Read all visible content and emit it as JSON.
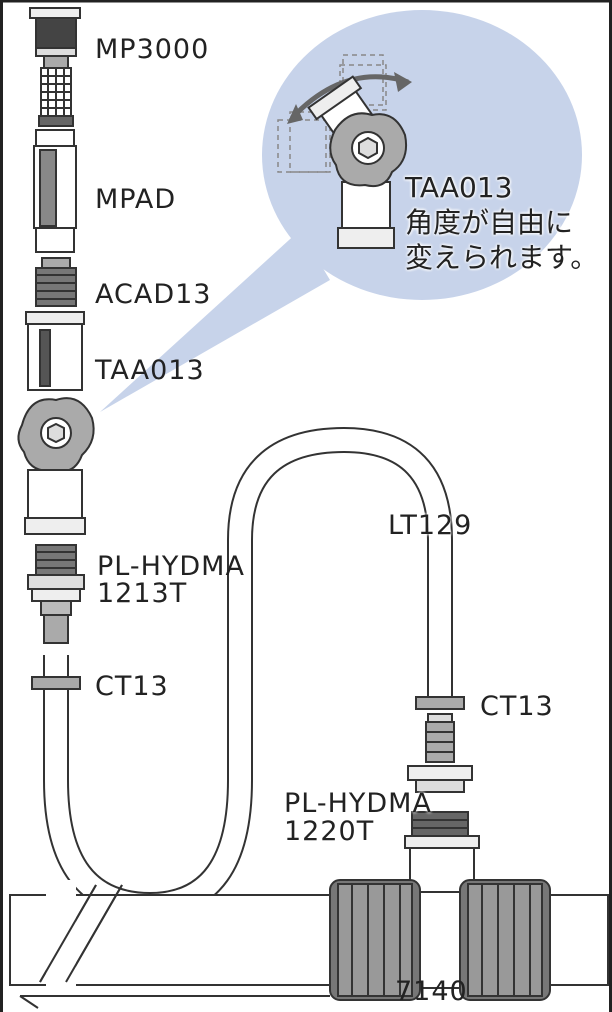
{
  "labels": {
    "mp3000": "MP3000",
    "mpad": "MPAD",
    "acad13": "ACAD13",
    "taa013": "TAA013",
    "pl_hydma_1213t_line1": "PL-HYDMA",
    "pl_hydma_1213t_line2": "1213T",
    "ct13_left": "CT13",
    "lt129": "LT129",
    "ct13_right": "CT13",
    "pl_hydma_1220t_line1": "PL-HYDMA",
    "pl_hydma_1220t_line2": "1220T",
    "pipe_7140": "7140"
  },
  "callout": {
    "line1": "TAA013",
    "line2": "角度が自由に",
    "line3": "変えられます。"
  },
  "colors": {
    "bubble": "#c7d3ea",
    "outline": "#333333",
    "frame": "#222222"
  }
}
